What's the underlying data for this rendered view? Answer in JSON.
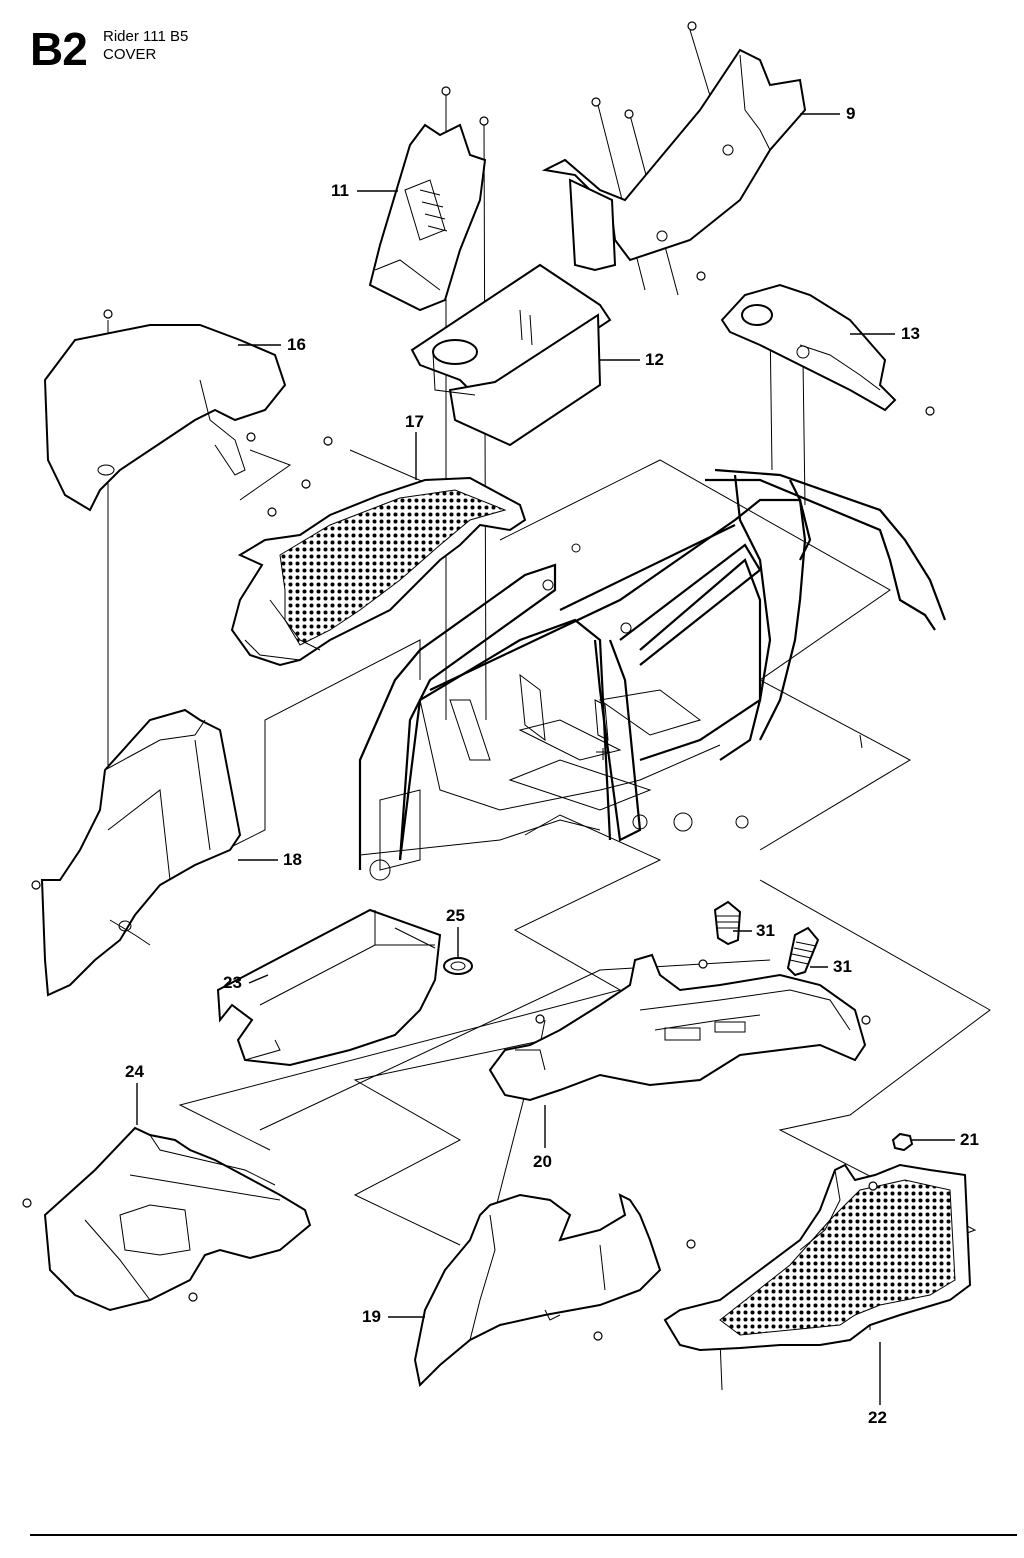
{
  "header": {
    "section_code": "B2",
    "model": "Rider 111 B5",
    "subtitle": "COVER"
  },
  "callouts": [
    {
      "id": "c9",
      "label": "9"
    },
    {
      "id": "c11",
      "label": "11"
    },
    {
      "id": "c12",
      "label": "12"
    },
    {
      "id": "c13",
      "label": "13"
    },
    {
      "id": "c16",
      "label": "16"
    },
    {
      "id": "c17",
      "label": "17"
    },
    {
      "id": "c18",
      "label": "18"
    },
    {
      "id": "c19",
      "label": "19"
    },
    {
      "id": "c20",
      "label": "20"
    },
    {
      "id": "c21",
      "label": "21"
    },
    {
      "id": "c22",
      "label": "22"
    },
    {
      "id": "c23",
      "label": "23"
    },
    {
      "id": "c24",
      "label": "24"
    },
    {
      "id": "c25",
      "label": "25"
    },
    {
      "id": "c31a",
      "label": "31"
    },
    {
      "id": "c31b",
      "label": "31"
    }
  ]
}
